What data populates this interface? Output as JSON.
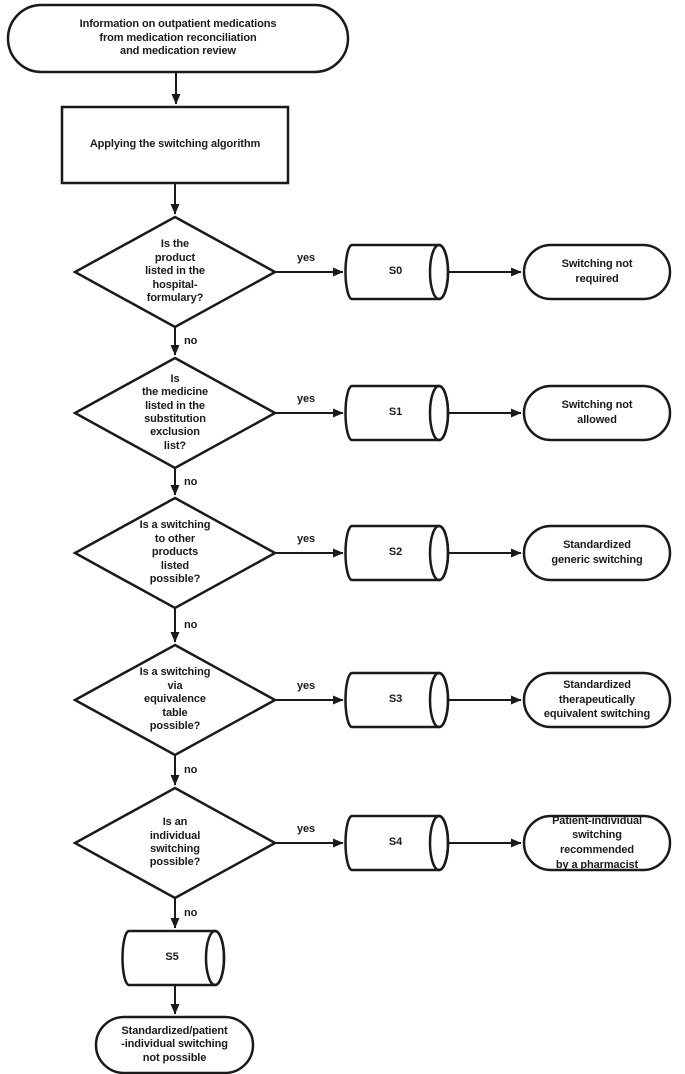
{
  "colors": {
    "line": "#1a1a1a",
    "background": "#ffffff"
  },
  "labels": {
    "yes": "yes",
    "no": "no"
  },
  "start_node": "Information on outpatient medications\nfrom medication reconciliation\nand medication review",
  "process_node": "Applying the switching algorithm",
  "decisions": [
    {
      "question": "Is the\nproduct\nlisted in the\nhospital-\nformulary?",
      "code": "S0",
      "outcome": "Switching not\nrequired"
    },
    {
      "question": "Is\nthe medicine\nlisted in the\nsubstitution\nexclusion\nlist?",
      "code": "S1",
      "outcome": "Switching not\nallowed"
    },
    {
      "question": "Is a switching\nto other\nproducts\nlisted\npossible?",
      "code": "S2",
      "outcome": "Standardized\ngeneric switching"
    },
    {
      "question": "Is a switching\nvia\nequivalence\ntable\npossible?",
      "code": "S3",
      "outcome": "Standardized\ntherapeutically\nequivalent switching"
    },
    {
      "question": "Is an\nindividual\nswitching\npossible?",
      "code": "S4",
      "outcome": "Patient-individual\nswitching\nrecommended\nby a pharmacist"
    }
  ],
  "fallback": {
    "code": "S5",
    "outcome": "Standardized/patient\n-individual switching\nnot possible"
  }
}
